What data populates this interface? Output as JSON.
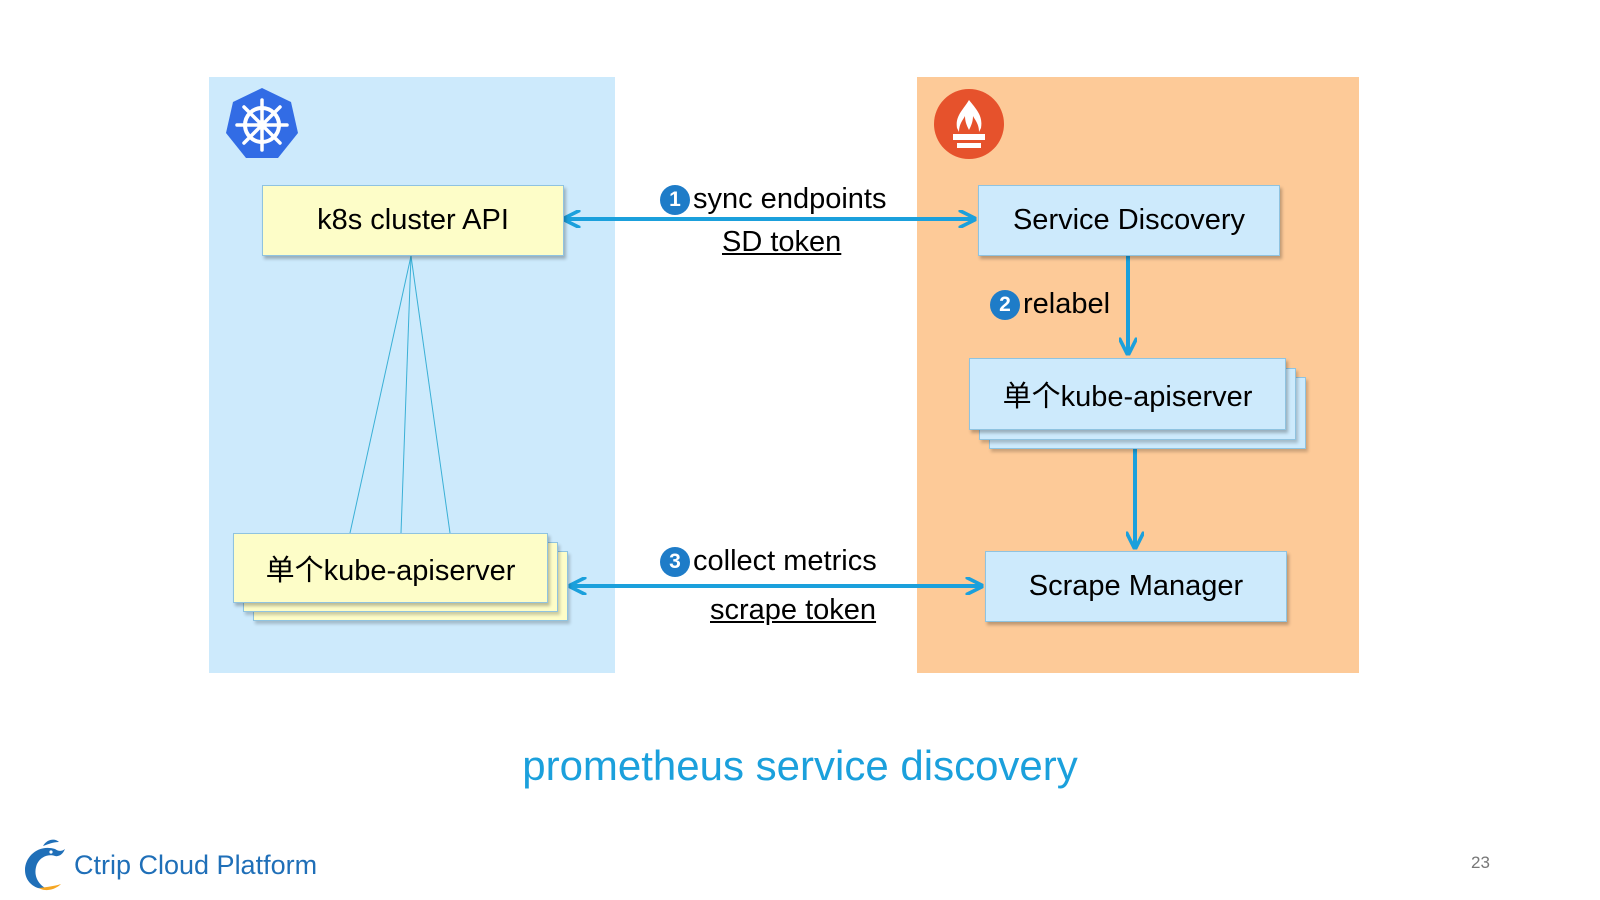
{
  "colors": {
    "left_panel": "#cdeafc",
    "right_panel": "#fdca98",
    "arrow": "#1ba0dc",
    "thin_line": "#3ab0d6",
    "k8s_logo": "#326ce5",
    "prometheus_logo": "#e6522c",
    "caption": "#1ba0dc",
    "step_badge": "#1e7cc8"
  },
  "left": {
    "logo_icon": "kubernetes-helm-icon",
    "cluster_api_label": "k8s cluster API",
    "apiserver_label": "单个kube-apiserver"
  },
  "right": {
    "logo_icon": "prometheus-torch-icon",
    "service_discovery_label": "Service Discovery",
    "apiserver_label": "单个kube-apiserver",
    "scrape_manager_label": "Scrape Manager"
  },
  "steps": {
    "sync": {
      "num": "1",
      "label": "sync endpoints",
      "token": "SD token"
    },
    "relabel": {
      "num": "2",
      "label": "relabel"
    },
    "collect": {
      "num": "3",
      "label": "collect metrics",
      "token": "scrape token"
    }
  },
  "caption": "prometheus service discovery",
  "footer": {
    "brand_icon": "ctrip-dolphin-icon",
    "brand": "Ctrip Cloud Platform",
    "page_number": "23"
  }
}
